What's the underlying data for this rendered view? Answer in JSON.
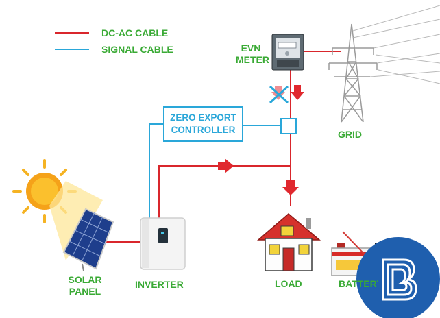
{
  "legend": {
    "dc_ac": {
      "label": "DC-AC CABLE",
      "color": "#d9262c"
    },
    "signal": {
      "label": "SIGNAL CABLE",
      "color": "#2aa7d9"
    }
  },
  "nodes": {
    "evn_meter": {
      "line1": "EVN",
      "line2": "METER"
    },
    "zero_export": {
      "line1": "ZERO EXPORT",
      "line2": "CONTROLLER"
    },
    "grid": "GRID",
    "solar_panel": {
      "line1": "SOLAR",
      "line2": "PANEL"
    },
    "inverter": "INVERTER",
    "load": "LOAD",
    "battery": "BATTERY"
  },
  "colors": {
    "label_green": "#3aaa35",
    "logo_blue": "#1f5fae"
  }
}
